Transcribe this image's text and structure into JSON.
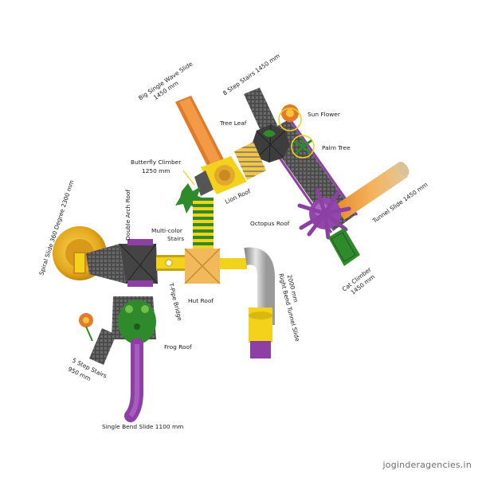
{
  "labels": {
    "big_wave_slide": "Big Single Wave Slide",
    "big_wave_slide_size": "1450 mm",
    "step8_stairs": "8 Step Stairs 1450 mm",
    "sun_flower": "Sun Flower",
    "tree_leaf": "Tree Leaf",
    "palm_tree": "Palm Tree",
    "butterfly_climber": "Butterfly Climber",
    "butterfly_climber_size": "1250 mm",
    "lion_roof": "Lion Roof",
    "octopus_roof": "Octopus Roof",
    "tunnel_slide": "Tunnel Slide 1450 mm",
    "double_arch_roof": "Double Arch Roof",
    "spiral_slide": "Spiral Slide 360 Degree 2300 mm",
    "multicolor_stairs": "Multi-color",
    "multicolor_stairs_2": "Stairs",
    "cat_climber": "Cat Climber",
    "cat_climber_size": "1450 mm",
    "right_bend_slide": "Right Bend Tunnel Slide",
    "right_bend_slide_size": "2000 mm",
    "tpipe_bridge": "T-Pipe Bridge",
    "hut_roof": "Hut Roof",
    "frog_roof": "Frog Roof",
    "step5_stairs": "5 Step Stairs",
    "step5_stairs_size": "950 mm",
    "single_bend_slide": "Single Bend Slide 1100 mm"
  },
  "watermark": "joginderagencies.in",
  "colors": {
    "yellow": "#f2d21b",
    "orange": "#e0782a",
    "purple": "#8d3fa3",
    "green": "#2f8a2b",
    "dark": "#3a3a3a",
    "tan": "#e9a64a"
  }
}
